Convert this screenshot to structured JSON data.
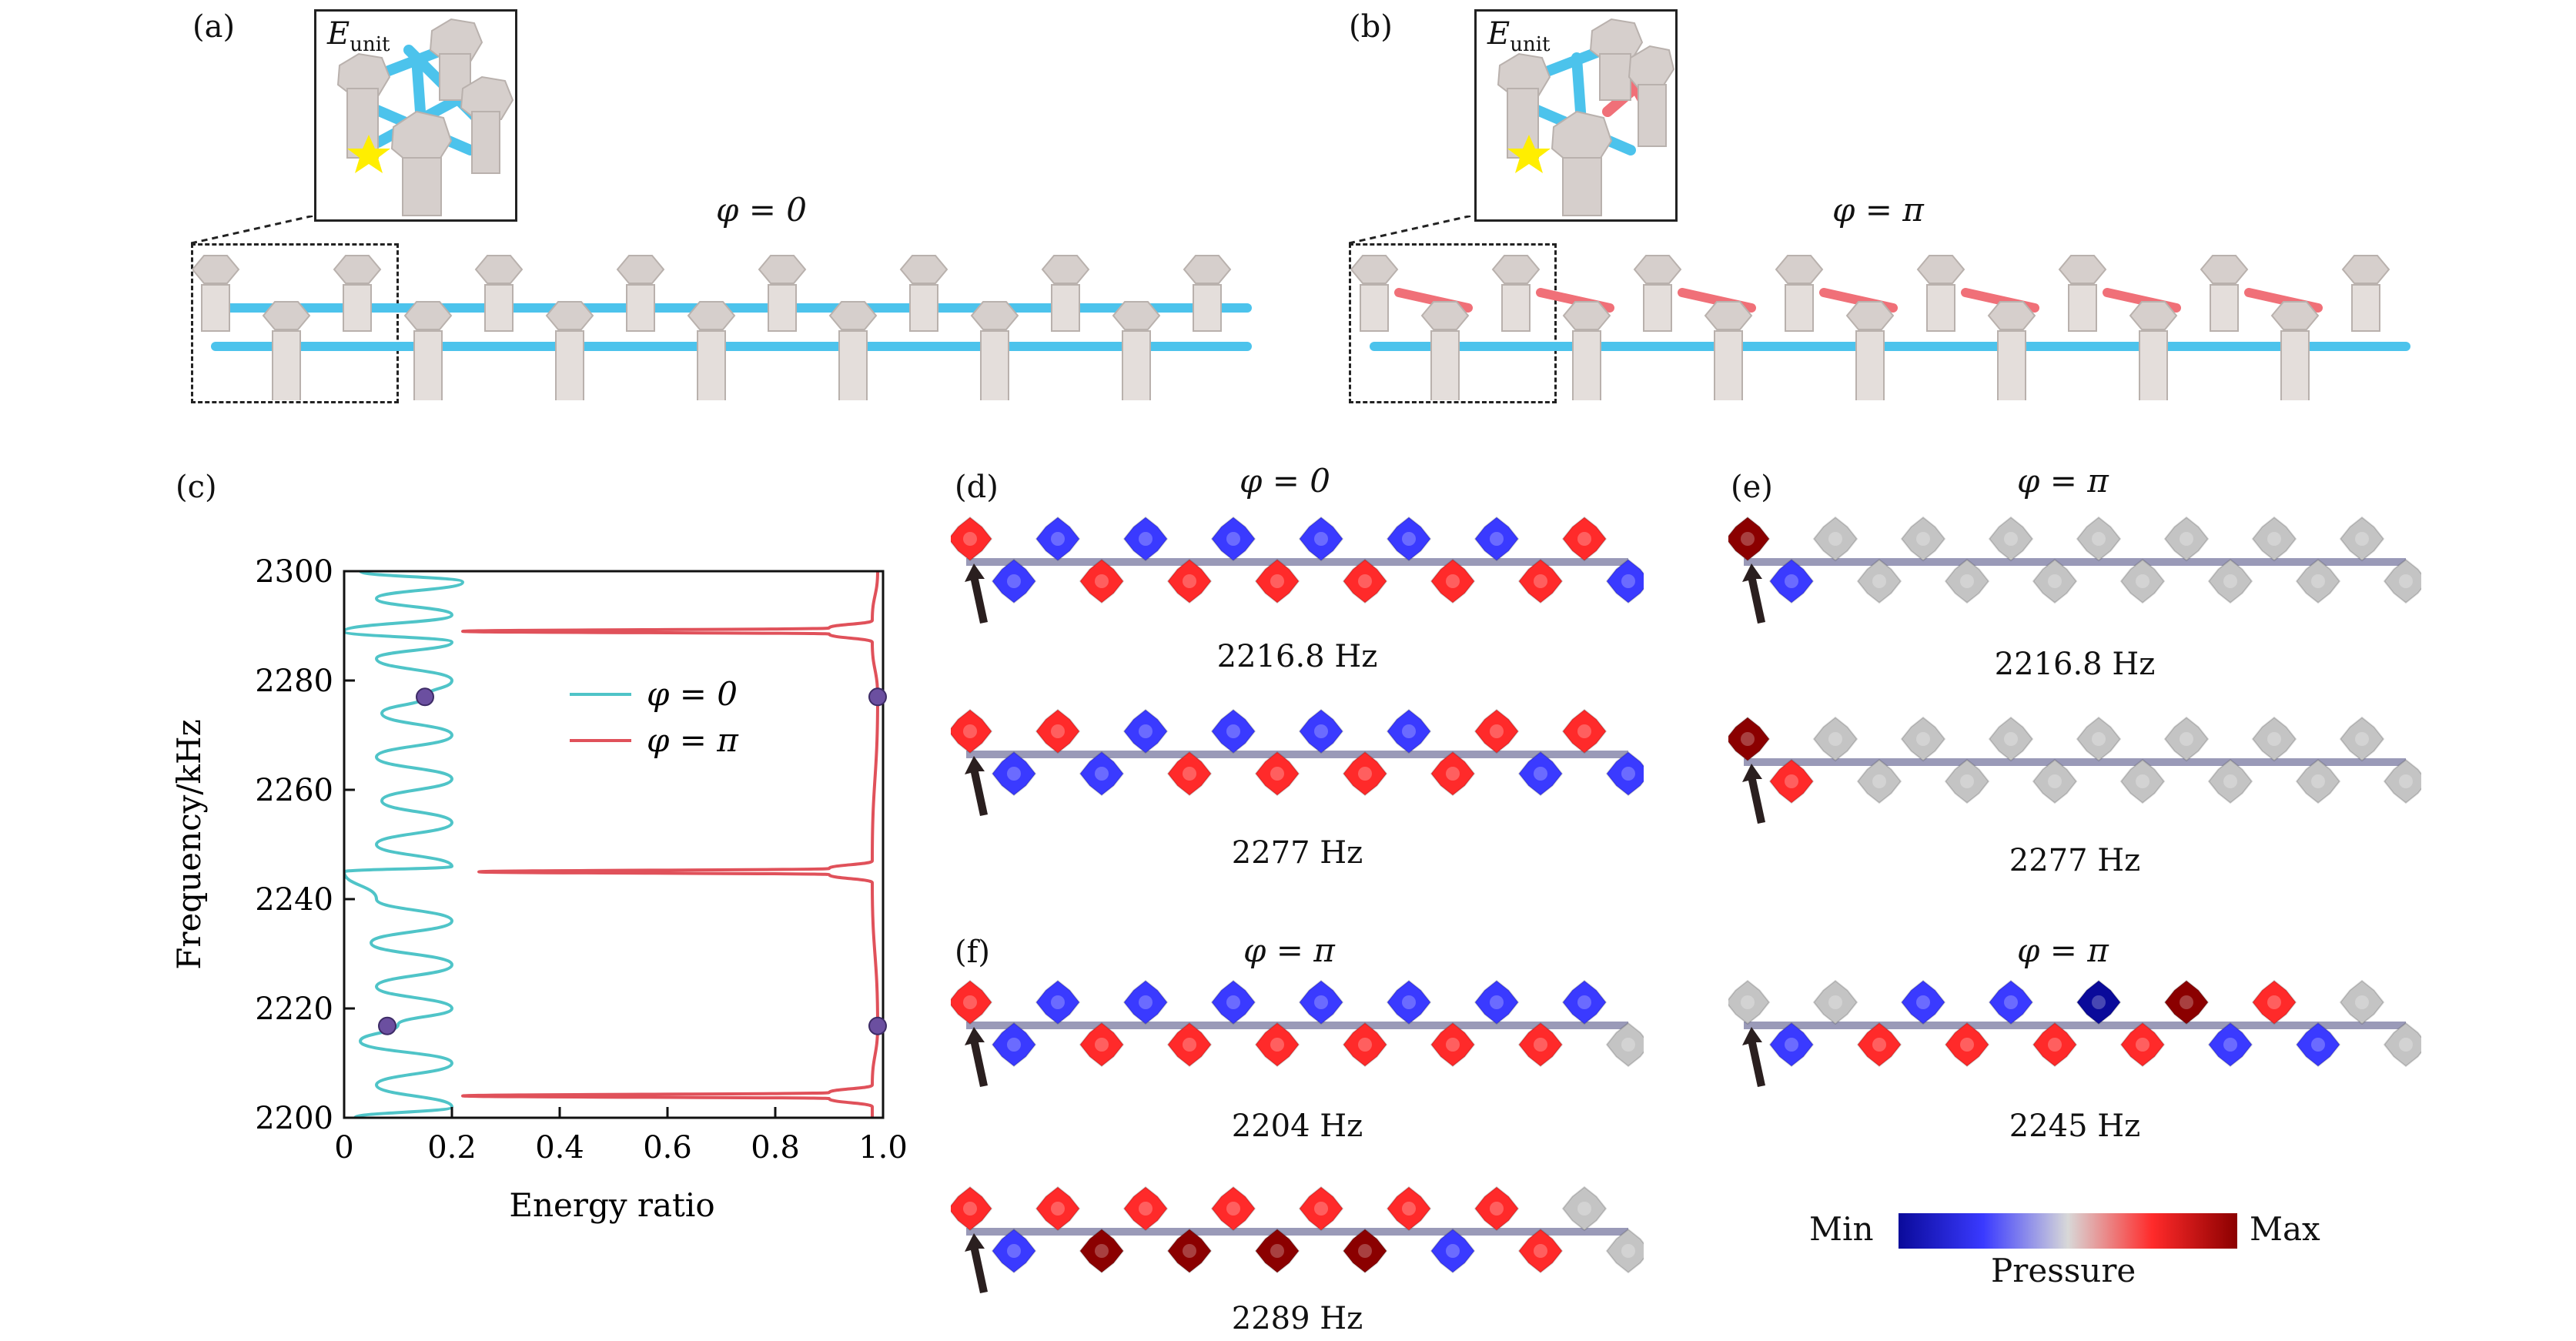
{
  "panels": {
    "a": {
      "label": "(a)",
      "inset_label": "E",
      "inset_sub": "unit",
      "phi": "φ = 0"
    },
    "b": {
      "label": "(b)",
      "inset_label": "E",
      "inset_sub": "unit",
      "phi": "φ = π"
    },
    "c": {
      "label": "(c)"
    },
    "d": {
      "label": "(d)",
      "phi": "φ = 0",
      "freq_top": "2216.8 Hz",
      "freq_bottom": "2277 Hz"
    },
    "e": {
      "label": "(e)",
      "phi": "φ = π",
      "freq_top": "2216.8 Hz",
      "freq_bottom": "2277 Hz"
    },
    "f": {
      "label": "(f)",
      "phi": "φ = π",
      "freq_top": "2204 Hz",
      "freq_bottom": "2289 Hz"
    },
    "g": {
      "phi": "φ = π",
      "freq": "2245 Hz"
    }
  },
  "colorbar": {
    "min_label": "Min",
    "max_label": "Max",
    "title": "Pressure",
    "colors": [
      "#0a0a9a",
      "#3a3aff",
      "#d8d8d8",
      "#ff2a2a",
      "#8b0000"
    ]
  },
  "colors": {
    "blue_tube": "#4cc3ec",
    "red_tube": "#f07078",
    "pillar": "#d6cfcc",
    "star": "#ffee00",
    "cyan_line": "#4fc4c8",
    "red_line": "#e0515a"
  },
  "chart_data": {
    "type": "line",
    "xlabel": "Energy ratio",
    "ylabel": "Frequency/kHz",
    "xlim": [
      0,
      1.0
    ],
    "ylim": [
      2200,
      2300
    ],
    "xticks": [
      "0",
      "0.2",
      "0.4",
      "0.6",
      "0.8",
      "1.0"
    ],
    "yticks": [
      "2200",
      "2220",
      "2240",
      "2260",
      "2280",
      "2300"
    ],
    "legend": [
      "φ = 0",
      "φ = π"
    ],
    "legend_position": "center-right",
    "series": [
      {
        "name": "φ = 0",
        "points": [
          [
            0.02,
            2200
          ],
          [
            0.2,
            2202
          ],
          [
            0.06,
            2206
          ],
          [
            0.2,
            2210
          ],
          [
            0.03,
            2214
          ],
          [
            0.1,
            2217
          ],
          [
            0.2,
            2220
          ],
          [
            0.06,
            2224
          ],
          [
            0.2,
            2228
          ],
          [
            0.05,
            2232
          ],
          [
            0.2,
            2236
          ],
          [
            0.06,
            2240
          ],
          [
            0.0,
            2245
          ],
          [
            0.2,
            2246
          ],
          [
            0.06,
            2250
          ],
          [
            0.2,
            2254
          ],
          [
            0.07,
            2258
          ],
          [
            0.2,
            2262
          ],
          [
            0.06,
            2266
          ],
          [
            0.2,
            2270
          ],
          [
            0.07,
            2274
          ],
          [
            0.15,
            2277
          ],
          [
            0.2,
            2280
          ],
          [
            0.06,
            2284
          ],
          [
            0.2,
            2287
          ],
          [
            0.0,
            2289
          ],
          [
            0.2,
            2292
          ],
          [
            0.06,
            2295
          ],
          [
            0.22,
            2298
          ],
          [
            0.03,
            2300
          ]
        ]
      },
      {
        "name": "φ = π",
        "points": [
          [
            0.98,
            2200
          ],
          [
            0.98,
            2202
          ],
          [
            0.9,
            2203.5
          ],
          [
            0.22,
            2204
          ],
          [
            0.9,
            2204.6
          ],
          [
            0.98,
            2206
          ],
          [
            0.99,
            2216.8
          ],
          [
            0.98,
            2243
          ],
          [
            0.9,
            2244.5
          ],
          [
            0.25,
            2245
          ],
          [
            0.9,
            2245.6
          ],
          [
            0.98,
            2247
          ],
          [
            0.99,
            2277
          ],
          [
            0.98,
            2287
          ],
          [
            0.9,
            2288.5
          ],
          [
            0.22,
            2289
          ],
          [
            0.9,
            2289.6
          ],
          [
            0.98,
            2291
          ],
          [
            0.99,
            2300
          ]
        ]
      }
    ],
    "markers": [
      {
        "x": 0.15,
        "y": 2277
      },
      {
        "x": 0.08,
        "y": 2216.8
      },
      {
        "x": 0.99,
        "y": 2277
      },
      {
        "x": 0.99,
        "y": 2216.8
      }
    ]
  }
}
